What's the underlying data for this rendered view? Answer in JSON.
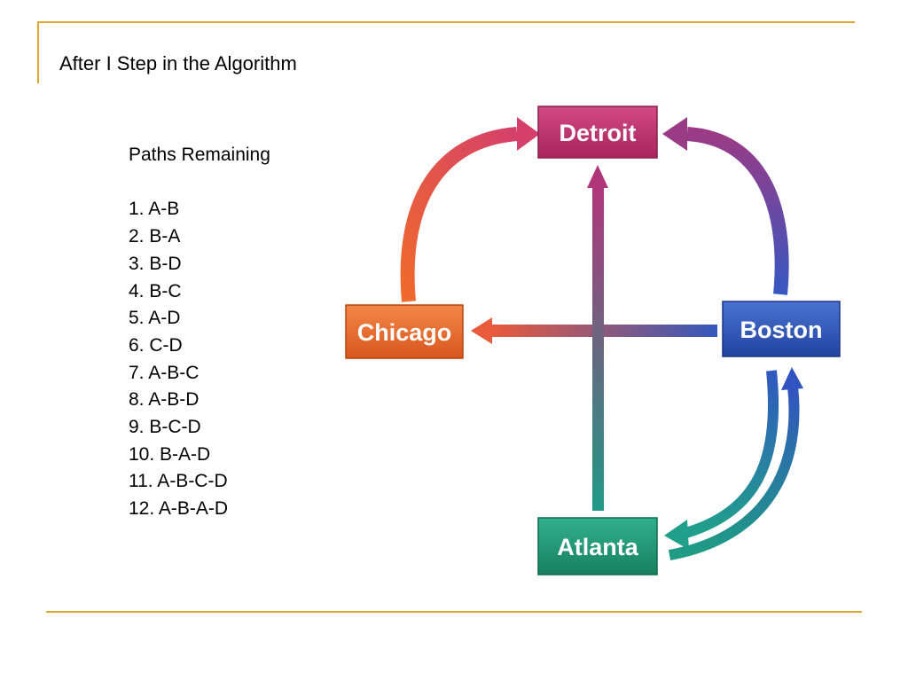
{
  "slide": {
    "title": "After I Step in the Algorithm"
  },
  "paths": {
    "heading": "Paths Remaining",
    "items": [
      "1. A-B",
      "2. B-A",
      "3. B-D",
      "4. B-C",
      "5. A-D",
      "6. C-D",
      "7. A-B-C",
      "8. A-B-D",
      "9. B-C-D",
      "10. B-A-D",
      "11. A-B-C-D",
      "12. A-B-A-D"
    ]
  },
  "diagram": {
    "nodes": {
      "detroit": {
        "label": "Detroit",
        "color": "#c2336f"
      },
      "chicago": {
        "label": "Chicago",
        "color": "#ea6a2f"
      },
      "boston": {
        "label": "Boston",
        "color": "#2f58b8"
      },
      "atlanta": {
        "label": "Atlanta",
        "color": "#1f9a78"
      }
    },
    "edges": [
      {
        "from": "Chicago",
        "to": "Detroit"
      },
      {
        "from": "Boston",
        "to": "Detroit"
      },
      {
        "from": "Atlanta",
        "to": "Detroit"
      },
      {
        "from": "Boston",
        "to": "Chicago"
      },
      {
        "from": "Boston",
        "to": "Atlanta"
      },
      {
        "from": "Atlanta",
        "to": "Boston"
      }
    ]
  },
  "theme": {
    "rule_color": "#e1a62a"
  }
}
